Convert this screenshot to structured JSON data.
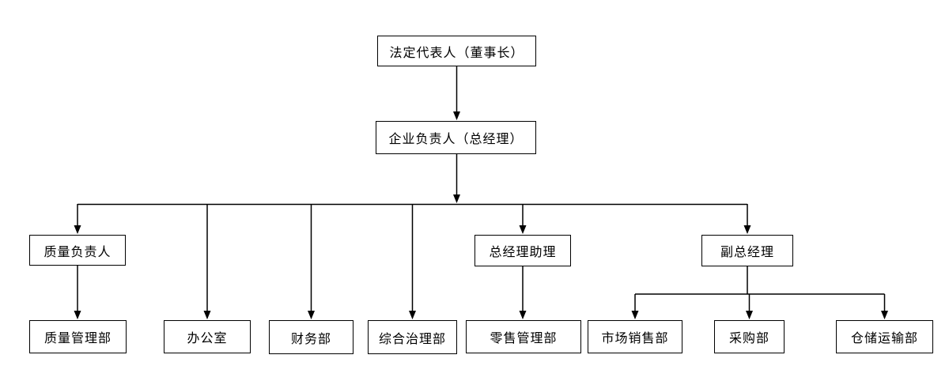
{
  "diagram": {
    "type": "org-chart",
    "colors": {
      "background": "#ffffff",
      "line": "#000000",
      "box_border": "#000000",
      "text": "#000000"
    },
    "nodes": {
      "legal_representative": {
        "label": "法定代表人（董事长）"
      },
      "general_manager": {
        "label": "企业负责人（总经理）"
      },
      "quality_director": {
        "label": "质量负责人"
      },
      "gm_assistant": {
        "label": "总经理助理"
      },
      "deputy_gm": {
        "label": "副总经理"
      },
      "quality_mgmt_dept": {
        "label": "质量管理部"
      },
      "office": {
        "label": "办公室"
      },
      "finance_dept": {
        "label": "财务部"
      },
      "general_governance_dept": {
        "label": "综合治理部"
      },
      "retail_mgmt_dept": {
        "label": "零售管理部"
      },
      "marketing_sales_dept": {
        "label": "市场销售部"
      },
      "purchasing_dept": {
        "label": "采购部"
      },
      "warehouse_transport_dept": {
        "label": "仓储运输部"
      }
    },
    "edges": [
      {
        "from": "legal_representative",
        "to": "general_manager"
      },
      {
        "from": "general_manager",
        "to": "quality_director"
      },
      {
        "from": "general_manager",
        "to": "office"
      },
      {
        "from": "general_manager",
        "to": "finance_dept"
      },
      {
        "from": "general_manager",
        "to": "general_governance_dept"
      },
      {
        "from": "general_manager",
        "to": "gm_assistant"
      },
      {
        "from": "general_manager",
        "to": "deputy_gm"
      },
      {
        "from": "quality_director",
        "to": "quality_mgmt_dept"
      },
      {
        "from": "gm_assistant",
        "to": "retail_mgmt_dept"
      },
      {
        "from": "deputy_gm",
        "to": "marketing_sales_dept"
      },
      {
        "from": "deputy_gm",
        "to": "purchasing_dept"
      },
      {
        "from": "deputy_gm",
        "to": "warehouse_transport_dept"
      }
    ]
  }
}
